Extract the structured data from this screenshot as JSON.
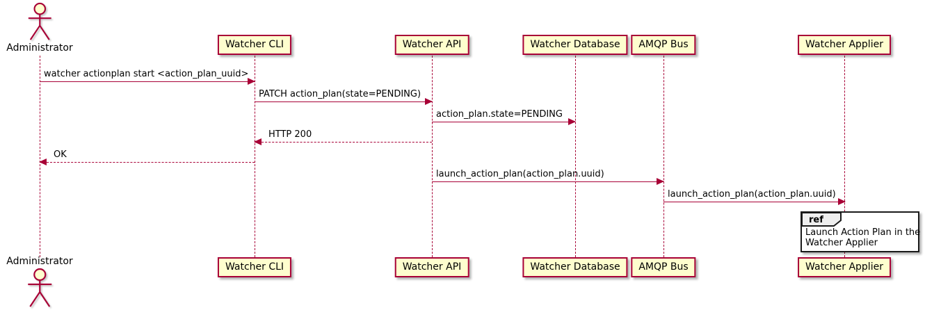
{
  "diagram_type": "plantuml-sequence-diagram",
  "participants": [
    {
      "name": "Administrator",
      "kind": "actor"
    },
    {
      "name": "Watcher CLI",
      "kind": "participant"
    },
    {
      "name": "Watcher API",
      "kind": "participant"
    },
    {
      "name": "Watcher Database",
      "kind": "participant"
    },
    {
      "name": "AMQP Bus",
      "kind": "participant"
    },
    {
      "name": "Watcher Applier",
      "kind": "participant"
    }
  ],
  "messages": [
    {
      "from": "Administrator",
      "to": "Watcher CLI",
      "label": "watcher actionplan start <action_plan_uuid>",
      "line": "solid"
    },
    {
      "from": "Watcher CLI",
      "to": "Watcher API",
      "label": "PATCH action_plan(state=PENDING)",
      "line": "solid"
    },
    {
      "from": "Watcher API",
      "to": "Watcher Database",
      "label": "action_plan.state=PENDING",
      "line": "solid"
    },
    {
      "from": "Watcher API",
      "to": "Watcher CLI",
      "label": "HTTP 200",
      "line": "dashed"
    },
    {
      "from": "Watcher CLI",
      "to": "Administrator",
      "label": "OK",
      "line": "dashed"
    },
    {
      "from": "Watcher API",
      "to": "AMQP Bus",
      "label": "launch_action_plan(action_plan.uuid)",
      "line": "solid"
    },
    {
      "from": "AMQP Bus",
      "to": "Watcher Applier",
      "label": "launch_action_plan(action_plan.uuid)",
      "line": "solid"
    }
  ],
  "ref_fragment": {
    "keyword": "ref",
    "over": "Watcher Applier",
    "line1": "Launch Action Plan in the",
    "line2": "Watcher Applier"
  },
  "colors": {
    "participant_fill": "#FEFECE",
    "participant_border": "#A80036",
    "lifeline": "#A80036",
    "arrow": "#A80036",
    "text": "#000000",
    "ref_border": "#1A1A1A",
    "ref_header_fill": "#EEEEEE",
    "background": "#FFFFFF"
  }
}
